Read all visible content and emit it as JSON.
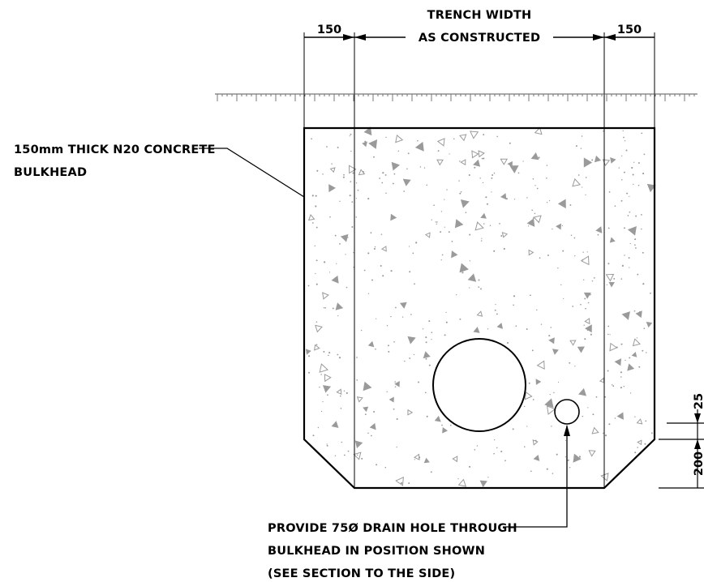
{
  "dimensions": {
    "left_offset": "150",
    "right_offset": "150",
    "trench_line1": "TRENCH WIDTH",
    "trench_line2": "AS CONSTRUCTED",
    "side_top": "25",
    "side_bottom": "200"
  },
  "labels": {
    "bulkhead_line1": "150mm THICK N20 CONCRETE",
    "bulkhead_line2": "BULKHEAD",
    "drain_line1": "PROVIDE 75Ø DRAIN HOLE THROUGH",
    "drain_line2": "BULKHEAD IN POSITION SHOWN",
    "drain_line3": "(SEE SECTION TO THE SIDE)"
  },
  "colors": {
    "line": "#000000",
    "hatch": "#9a9a9a"
  }
}
